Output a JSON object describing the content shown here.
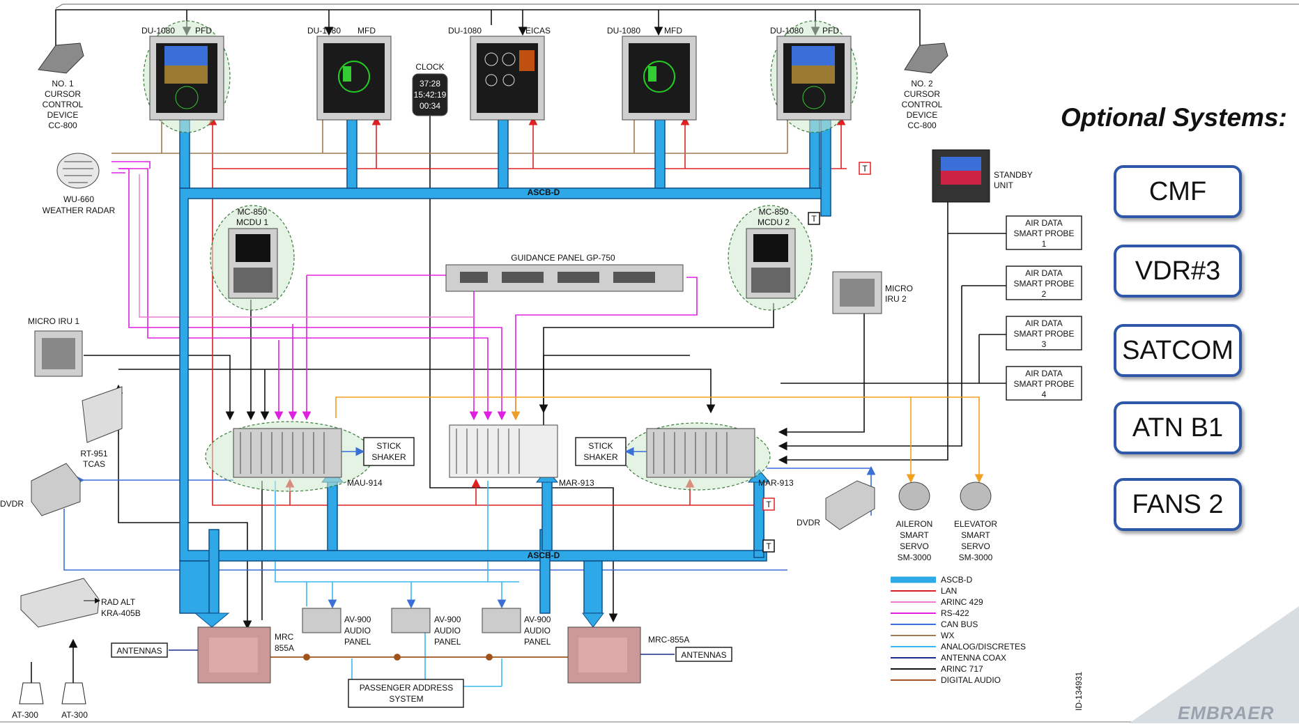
{
  "optional_systems": {
    "title": "Optional Systems:",
    "items": [
      "CMF",
      "VDR#3",
      "SATCOM",
      "ATN B1",
      "FANS 2"
    ]
  },
  "displays": [
    {
      "model": "DU-1080",
      "role": "PFD"
    },
    {
      "model": "DU-1080",
      "role": "MFD"
    },
    {
      "model": "DU-1080",
      "role": "EICAS"
    },
    {
      "model": "DU-1080",
      "role": "MFD"
    },
    {
      "model": "DU-1080",
      "role": "PFD"
    }
  ],
  "clock": {
    "label": "CLOCK",
    "lines": [
      "37:28",
      "15:42:19",
      "00:34"
    ]
  },
  "ccd1": [
    "NO. 1",
    "CURSOR",
    "CONTROL",
    "DEVICE",
    "CC-800"
  ],
  "ccd2": [
    "NO. 2",
    "CURSOR",
    "CONTROL",
    "DEVICE",
    "CC-800"
  ],
  "radar": [
    "WU-660",
    "WEATHER RADAR"
  ],
  "bus_label": "ASCB-D",
  "terminator": "T",
  "mcdu1": [
    "MC-850",
    "MCDU 1"
  ],
  "mcdu2": [
    "MC-850",
    "MCDU 2"
  ],
  "guidance_panel": "GUIDANCE PANEL GP-750",
  "micro_iru1": "MICRO IRU 1",
  "micro_iru2": [
    "MICRO",
    "IRU 2"
  ],
  "standby": [
    "STANDBY",
    "UNIT"
  ],
  "air_data": [
    [
      "AIR DATA",
      "SMART PROBE",
      "1"
    ],
    [
      "AIR DATA",
      "SMART PROBE",
      "2"
    ],
    [
      "AIR DATA",
      "SMART PROBE",
      "3"
    ],
    [
      "AIR DATA",
      "SMART PROBE",
      "4"
    ]
  ],
  "tcas": [
    "RT-951",
    "TCAS"
  ],
  "dvdr": "DVDR",
  "mau": "MAU-914",
  "mar_center": "MAR-913",
  "mar_right": "MAR-913",
  "stick_shaker": [
    "STICK",
    "SHAKER"
  ],
  "aileron": [
    "AILERON",
    "SMART",
    "SERVO",
    "SM-3000"
  ],
  "elevator": [
    "ELEVATOR",
    "SMART",
    "SERVO",
    "SM-3000"
  ],
  "rad_alt": [
    "RAD ALT",
    "KRA-405B"
  ],
  "antenna_left": "AT-300",
  "antenna_right": "AT-300",
  "mrc_left": [
    "MRC",
    "855A"
  ],
  "mrc_right": "MRC-855A",
  "antennas": "ANTENNAS",
  "audio_panel": [
    "AV-900",
    "AUDIO",
    "PANEL"
  ],
  "passenger": [
    "PASSENGER ADDRESS",
    "SYSTEM"
  ],
  "drawing_id": "ID-134931",
  "logo": "EMBRAER",
  "legend": [
    {
      "label": "ASCB-D",
      "color": "#2fa8e8"
    },
    {
      "label": "LAN",
      "color": "#e02020"
    },
    {
      "label": "ARINC 429",
      "color": "#ee7ad0"
    },
    {
      "label": "RS-422",
      "color": "#e020e0"
    },
    {
      "label": "CAN BUS",
      "color": "#3a6fd8"
    },
    {
      "label": "WX",
      "color": "#a07a55"
    },
    {
      "label": "ANALOG/DISCRETES",
      "color": "#3ab8f0"
    },
    {
      "label": "ANTENNA COAX",
      "color": "#1a2a8a"
    },
    {
      "label": "ARINC 717",
      "color": "#111111"
    },
    {
      "label": "DIGITAL AUDIO",
      "color": "#a0521a"
    }
  ]
}
